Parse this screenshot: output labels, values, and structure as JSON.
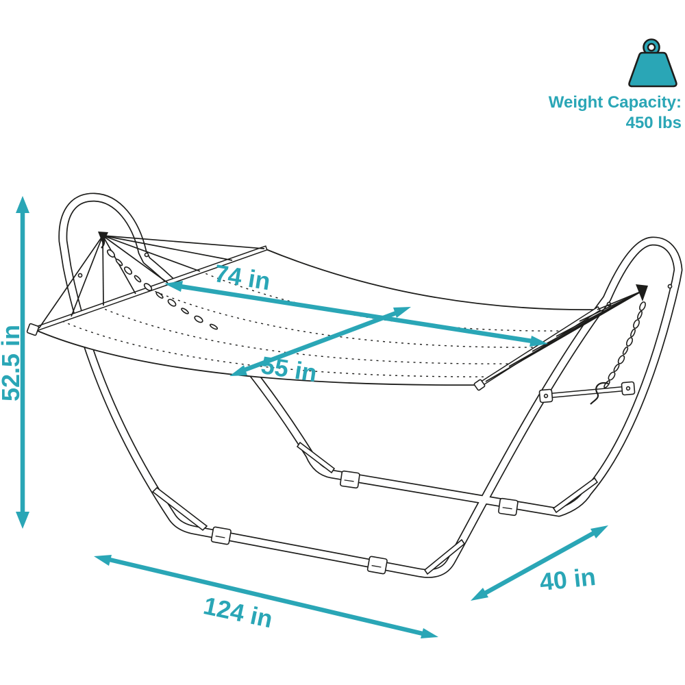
{
  "colors": {
    "accent": "#2aa6b6",
    "line_art": "#1d1d1b",
    "background": "#ffffff"
  },
  "weight_capacity": {
    "icon": "weight-icon",
    "label": "Weight Capacity:",
    "value": "450 lbs"
  },
  "dimensions": {
    "height": {
      "label": "52.5 in",
      "orientation": "vertical-left"
    },
    "bed_length": {
      "label": "74 in",
      "orientation": "diagonal-on-bed"
    },
    "bed_width": {
      "label": "55 in",
      "orientation": "diagonal-on-bed"
    },
    "stand_length": {
      "label": "124 in",
      "orientation": "diagonal-bottom"
    },
    "stand_depth": {
      "label": "40 in",
      "orientation": "diagonal-bottom-right"
    }
  }
}
